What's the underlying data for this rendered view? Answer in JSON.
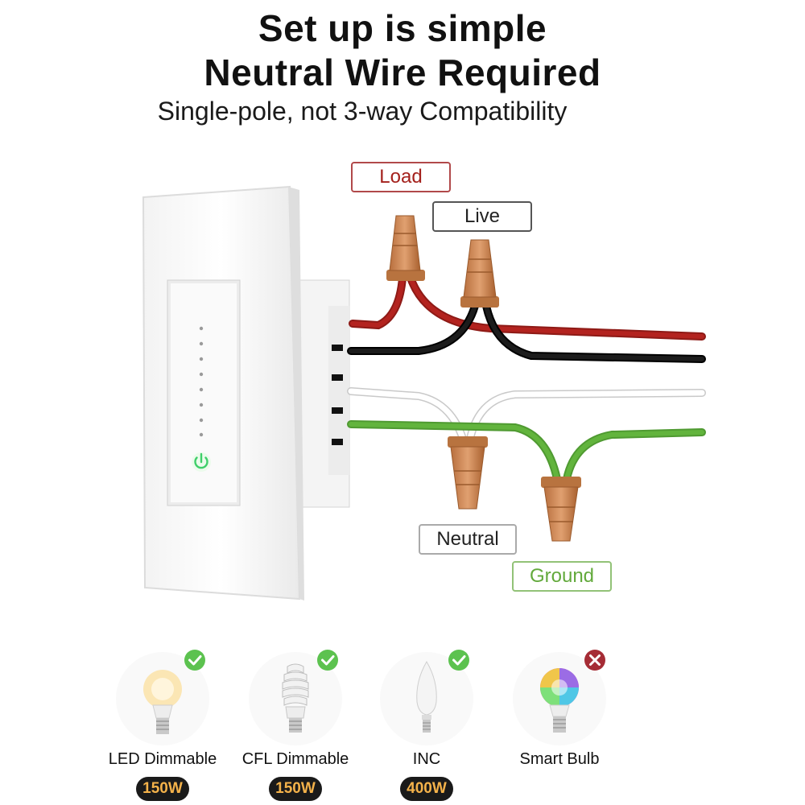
{
  "heading": {
    "line1": "Set up is simple",
    "line2": "Neutral Wire Required",
    "subtitle": "Single-pole, not 3-way Compatibility"
  },
  "wires": {
    "load": "Load",
    "live": "Live",
    "neutral": "Neutral",
    "ground": "Ground"
  },
  "colors": {
    "load_wire": "#b3231f",
    "live_wire": "#111111",
    "neutral_wire": "#f2f2f2",
    "ground_wire": "#5aa83a",
    "wire_nut": "#cf8a55",
    "check": "#5cc24f",
    "cross": "#a52c35",
    "switch_led": "#3fcf6a"
  },
  "bulbs": [
    {
      "name": "LED Dimmable",
      "wattage": "150W",
      "status_icon": "check-icon"
    },
    {
      "name": "CFL Dimmable",
      "wattage": "150W",
      "status_icon": "check-icon"
    },
    {
      "name": "INC",
      "wattage": "400W",
      "status_icon": "check-icon"
    },
    {
      "name": "Smart Bulb",
      "wattage": "",
      "status_icon": "cross-icon"
    }
  ]
}
